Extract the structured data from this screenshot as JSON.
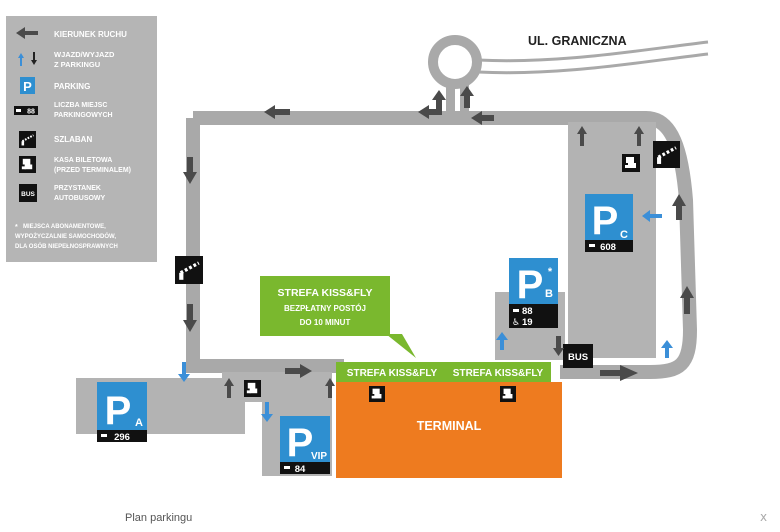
{
  "legend": {
    "direction": "KIERUNEK RUCHU",
    "entry_exit_line1": "WJAZD/WYJAZD",
    "entry_exit_line2": "Z PARKINGU",
    "parking_symbol": "P",
    "parking": "PARKING",
    "spaces_icon": "88",
    "spaces_line1": "LICZBA MIEJSC",
    "spaces_line2": "PARKINGOWYCH",
    "barrier": "SZLABAN",
    "ticket_line1": "KASA BILETOWA",
    "ticket_line2": "(PRZED TERMINALEM)",
    "bus_icon": "BUS",
    "bus_line1": "PRZYSTANEK",
    "bus_line2": "AUTOBUSOWY",
    "star": "*",
    "note_line1": "MIEJSCA ABONAMENTOWE,",
    "note_line2": "WYPOŻYCZALNIE SAMOCHODÓW,",
    "note_line3": "DLA OSÓB NIEPEŁNOSPRAWNYCH"
  },
  "street": "UL. GRANICZNA",
  "kissfly_callout": {
    "title": "STREFA KISS&FLY",
    "line1": "BEZPŁATNY POSTÓJ",
    "line2": "DO 10 MINUT"
  },
  "kissfly_band": {
    "left": "STREFA KISS&FLY",
    "right": "STREFA KISS&FLY"
  },
  "terminal": "TERMINAL",
  "bus_stop": "BUS",
  "parking_a": {
    "letter": "P",
    "sub": "A",
    "spaces": "296"
  },
  "parking_vip": {
    "letter": "P",
    "sub": "VIP",
    "spaces": "84"
  },
  "parking_b": {
    "letter": "P",
    "sub": "B",
    "star": "*",
    "spaces": "88",
    "disabled_spaces": "19"
  },
  "parking_c": {
    "letter": "P",
    "sub": "C",
    "spaces": "608"
  },
  "caption": "Plan parkingu",
  "close": "x",
  "colors": {
    "road": "#a9a9a9",
    "lot": "#b3b3b3",
    "legend_bg": "#b5b5b5",
    "parking_blue": "#2e8fd0",
    "terminal_orange": "#ee7b1f",
    "kissfly_green": "#7ab82e",
    "arrow_dark": "#4a4a4a",
    "arrow_blue": "#3b8fd8"
  }
}
